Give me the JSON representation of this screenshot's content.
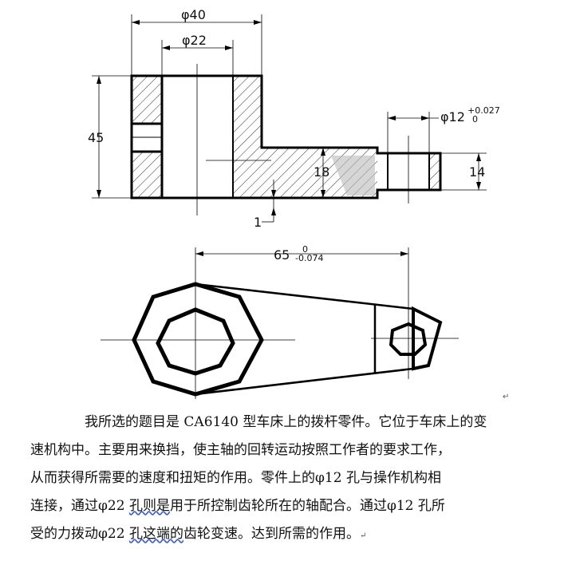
{
  "drawing": {
    "top_view": {
      "dim_outer_diameter": "φ40",
      "dim_inner_diameter": "φ22",
      "dim_height": "45",
      "dim_arm_thickness": "18",
      "dim_end_height": "14",
      "dim_step": "1",
      "dim_small_hole": "φ12",
      "dim_small_hole_tol_upper": "+0.027",
      "dim_small_hole_tol_lower": "0"
    },
    "bottom_view": {
      "dim_center_distance": "65",
      "dim_center_tol_upper": "0",
      "dim_center_tol_lower": "-0.074"
    }
  },
  "paragraph": {
    "line1": "我所选的题目是 CA6140 型车床上的拨杆零件。它位于车床上的变",
    "line2": "速机构中。主要用来换挡，使主轴的回转运动按照工作者的要求工作，",
    "line3": "从而获得所需要的速度和扭矩的作用。零件上的φ12 孔与操作机构相",
    "line4a": "连接，通过φ22 ",
    "line4b": "孔则是",
    "line4c": "用于所控制齿轮所在的轴配合。通过φ12 孔所",
    "line5a": "受的力拨动φ22 ",
    "line5b": "孔这端的",
    "line5c": "齿轮变速。达到所需的作用。",
    "return_mark": "↵"
  }
}
